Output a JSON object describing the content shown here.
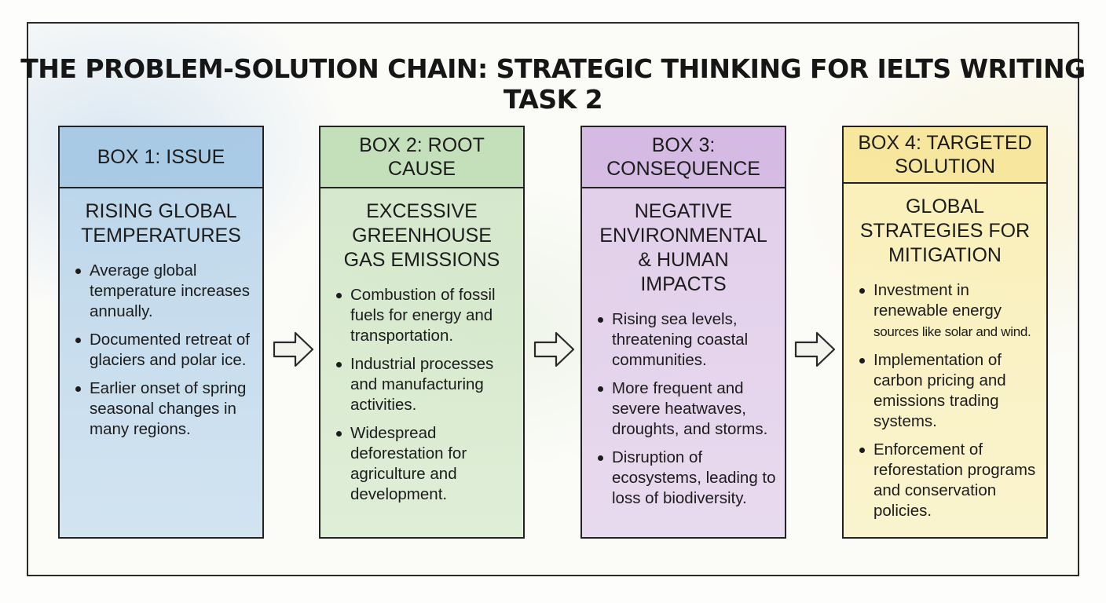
{
  "title": "THE PROBLEM-SOLUTION CHAIN: STRATEGIC THINKING FOR IELTS WRITING TASK 2",
  "colors": {
    "box1": "#b2d0e8",
    "box2": "#cde4c3",
    "box3": "#dec8e8",
    "box4": "#faeeb2",
    "outline": "#222222"
  },
  "boxes": [
    {
      "label": "BOX 1: ISSUE",
      "heading": "RISING GLOBAL TEMPERATURES",
      "points": [
        "Average global temperature increases annually.",
        "Documented retreat of glaciers and polar ice.",
        "Earlier onset of spring seasonal changes in many regions."
      ]
    },
    {
      "label": "BOX 2: ROOT CAUSE",
      "heading": "EXCESSIVE GREENHOUSE GAS EMISSIONS",
      "points": [
        "Combustion of fossil fuels for energy and transportation.",
        "Industrial processes and manufacturing activities.",
        "Widespread deforestation for agriculture and development."
      ]
    },
    {
      "label": "BOX 3: CONSEQUENCE",
      "heading": "NEGATIVE ENVIRONMENTAL & HUMAN IMPACTS",
      "points": [
        "Rising sea levels, threatening coastal communities.",
        "More frequent and severe heatwaves, droughts, and storms.",
        "Disruption of ecosystems, leading to loss of biodiversity."
      ]
    },
    {
      "label": "BOX 4: TARGETED SOLUTION",
      "heading": "GLOBAL STRATEGIES FOR MITIGATION",
      "points": [
        "Investment in renewable energy",
        "sources like solar and wind.",
        "Implementation of carbon pricing and emissions trading systems.",
        "Enforcement of reforestation programs and conservation policies."
      ]
    }
  ],
  "arrows": [
    "arrow-right-icon",
    "arrow-right-icon",
    "arrow-right-icon"
  ]
}
